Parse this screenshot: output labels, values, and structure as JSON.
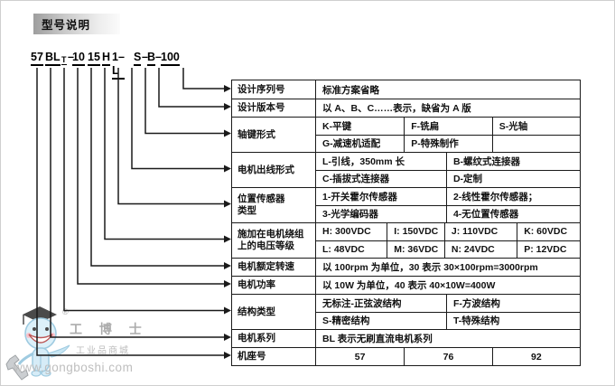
{
  "page": {
    "title": "型号说明"
  },
  "model": {
    "segments": [
      {
        "text": "57",
        "underline": true
      },
      {
        "text": "BL",
        "underline": true
      },
      {
        "text": "T",
        "underline": true,
        "small": true
      },
      {
        "text": "–",
        "underline": false
      },
      {
        "text": "10",
        "underline": true
      },
      {
        "text": "15",
        "underline": true
      },
      {
        "text": "H",
        "underline": true
      },
      {
        "text": "1–L",
        "underline": true
      },
      {
        "text": "S",
        "underline": true
      },
      {
        "text": "–",
        "underline": false
      },
      {
        "text": "B",
        "underline": true
      },
      {
        "text": "–",
        "underline": false
      },
      {
        "text": "100",
        "underline": true
      }
    ]
  },
  "table": {
    "rows": [
      {
        "label": "设计序列号",
        "lines": [
          [
            {
              "text": "标准方案省略",
              "w": 100
            }
          ]
        ]
      },
      {
        "label": "设计版本号",
        "lines": [
          [
            {
              "text": "以 A、B、C……表示，缺省为 A 版",
              "w": 100
            }
          ]
        ]
      },
      {
        "label": "轴键形式",
        "lines": [
          [
            {
              "text": "K-平键",
              "w": 33.3
            },
            {
              "text": "F-铣扁",
              "w": 33.4
            },
            {
              "text": "S-光轴",
              "w": 33.3
            }
          ],
          [
            {
              "text": "G-减速机适配",
              "w": 33.3
            },
            {
              "text": "P-特殊制作",
              "w": 33.4
            },
            {
              "text": "",
              "w": 33.3
            }
          ]
        ]
      },
      {
        "label": "电机出线形式",
        "lines": [
          [
            {
              "text": "L-引线，350mm 长",
              "w": 49.3
            },
            {
              "text": "B-螺纹式连接器",
              "w": 50.7
            }
          ],
          [
            {
              "text": "C-插拔式连接器",
              "w": 49.3
            },
            {
              "text": "D-定制",
              "w": 50.7
            }
          ]
        ]
      },
      {
        "label": "位置传感器\n类型",
        "lines": [
          [
            {
              "text": "1-开关霍尔传感器",
              "w": 49.3
            },
            {
              "text": "2-线性霍尔传感器；",
              "w": 50.7
            }
          ],
          [
            {
              "text": "3-光学编码器",
              "w": 49.3
            },
            {
              "text": "4-无位置传感器",
              "w": 50.7
            }
          ]
        ]
      },
      {
        "label": "施加在电机绕组\n上的电压等级",
        "lines": [
          [
            {
              "text": "H: 300VDC",
              "w": 26.8
            },
            {
              "text": "I: 150VDC",
              "w": 21.8
            },
            {
              "text": "J: 110VDC",
              "w": 27.5
            },
            {
              "text": "K: 60VDC",
              "w": 23.9
            }
          ],
          [
            {
              "text": "L: 48VDC",
              "w": 26.8
            },
            {
              "text": "M: 36VDC",
              "w": 21.8
            },
            {
              "text": "N: 24VDC",
              "w": 27.5
            },
            {
              "text": "P: 12VDC",
              "w": 23.9
            }
          ]
        ]
      },
      {
        "label": "电机额定转速",
        "lines": [
          [
            {
              "text": "以 100rpm 为单位，30 表示 30×100rpm=3000rpm",
              "w": 100
            }
          ]
        ]
      },
      {
        "label": "电机功率",
        "lines": [
          [
            {
              "text": "以 10W 为单位，40 表示 40×10W=400W",
              "w": 100
            }
          ]
        ]
      },
      {
        "label": "结构类型",
        "lines": [
          [
            {
              "text": "无标注-正弦波结构",
              "w": 49.3
            },
            {
              "text": "F-方波结构",
              "w": 50.7
            }
          ],
          [
            {
              "text": "S-精密结构",
              "w": 49.3
            },
            {
              "text": "T-特殊结构",
              "w": 50.7
            }
          ]
        ]
      },
      {
        "label": "电机系列",
        "lines": [
          [
            {
              "text": "BL 表示无刷直流电机系列",
              "w": 100
            }
          ]
        ]
      },
      {
        "label": "机座号",
        "center": true,
        "lines": [
          [
            {
              "text": "57",
              "w": 33.3
            },
            {
              "text": "76",
              "w": 33.4
            },
            {
              "text": "92",
              "w": 33.3
            }
          ]
        ]
      }
    ]
  },
  "watermark": {
    "registered": "®",
    "brand": "工 博 士",
    "tagline": "工业品商城",
    "url": "www.gongboshi.com"
  },
  "colors": {
    "line": "#1a1a1a",
    "logo_blue": "#cfe9f6",
    "logo_blue_line": "#8fc3dc",
    "watermark_gray": "#a8a8a8"
  }
}
